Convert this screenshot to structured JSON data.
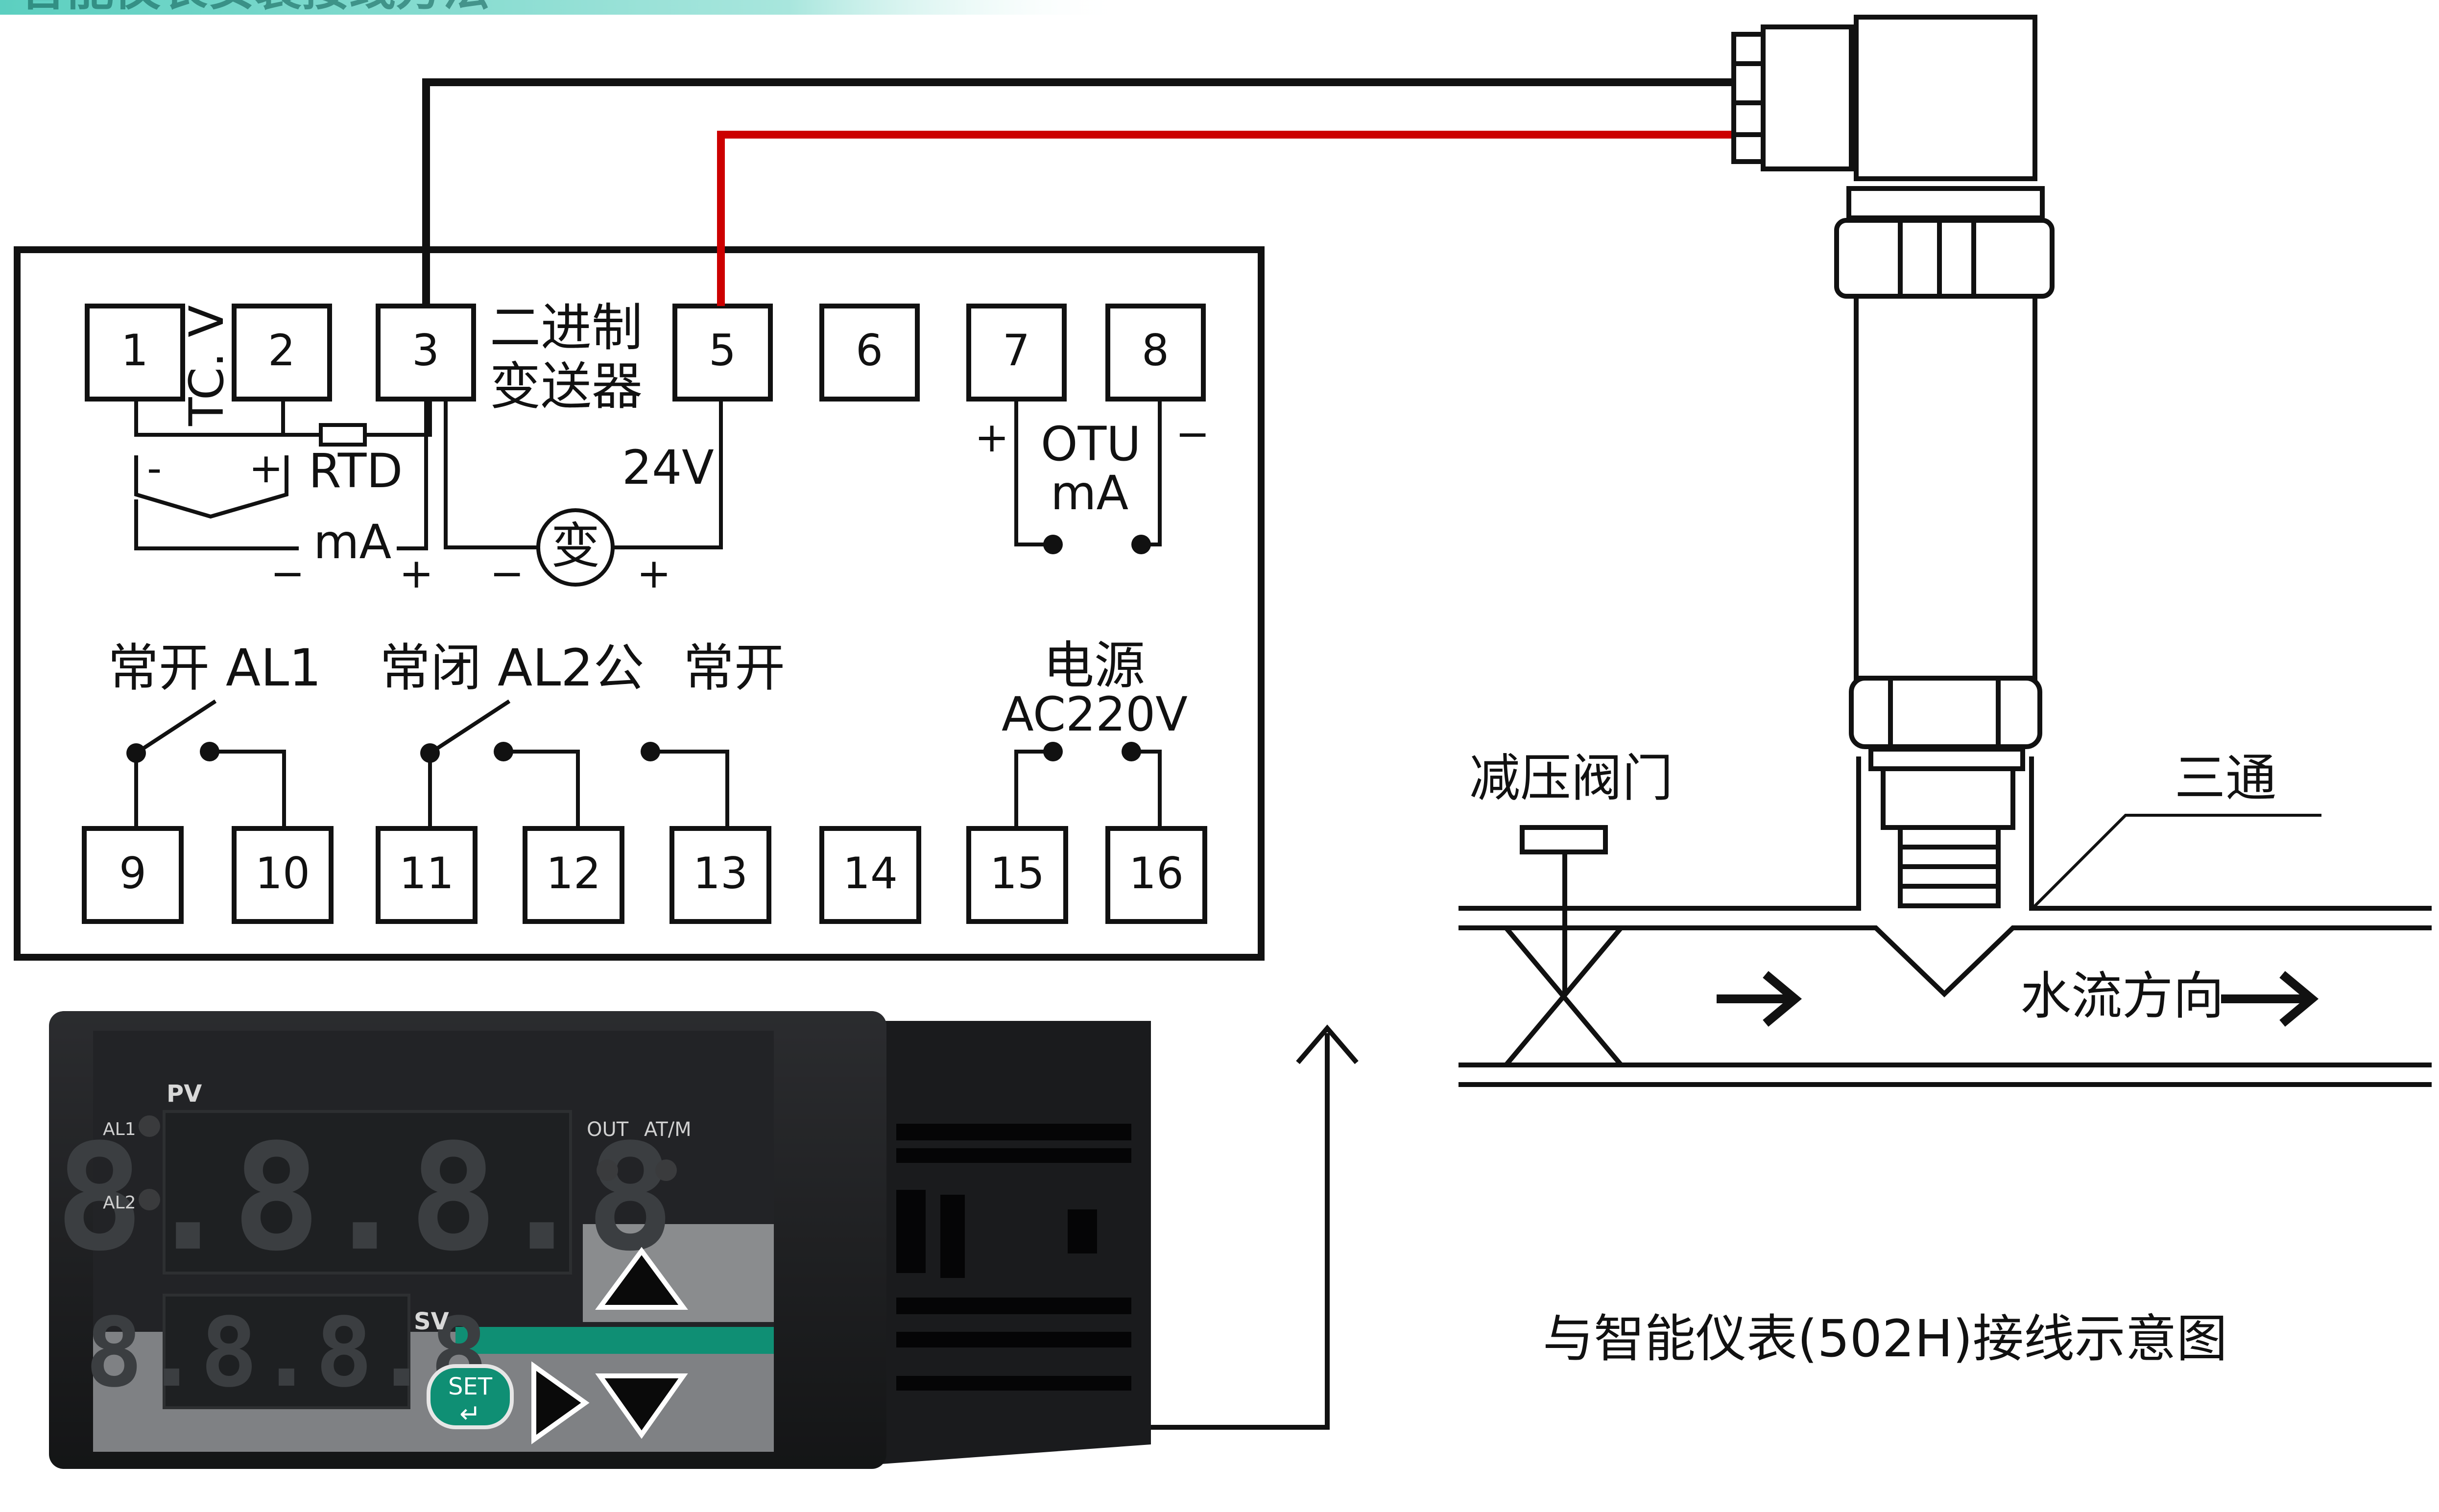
{
  "header": {
    "title_fragment": "智能仪表安装接线方法"
  },
  "terminals": [
    {
      "id": 1,
      "label": "1"
    },
    {
      "id": 2,
      "label": "2"
    },
    {
      "id": 3,
      "label": "3"
    },
    {
      "id": 5,
      "label": "5"
    },
    {
      "id": 6,
      "label": "6"
    },
    {
      "id": 7,
      "label": "7"
    },
    {
      "id": 8,
      "label": "8"
    },
    {
      "id": 9,
      "label": "9"
    },
    {
      "id": 10,
      "label": "10"
    },
    {
      "id": 11,
      "label": "11"
    },
    {
      "id": 12,
      "label": "12"
    },
    {
      "id": 13,
      "label": "13"
    },
    {
      "id": 14,
      "label": "14"
    },
    {
      "id": 15,
      "label": "15"
    },
    {
      "id": 16,
      "label": "16"
    }
  ],
  "labels": {
    "tc_v": "TC. V",
    "rtd": "RTD",
    "ma": "mA",
    "transmitter_line1": "二进制",
    "transmitter_line2": "变送器",
    "v24": "24V",
    "transmitter_symbol": "变",
    "otu": "OTU",
    "otu_ma": "mA",
    "al1": "常开 AL1",
    "al2": "常闭  AL2公",
    "no2": "常开",
    "power": "电源",
    "ac220": "AC220V",
    "plus": "+",
    "minus": "−",
    "minus_narrow": "-"
  },
  "pipe": {
    "valve_label": "减压阀门",
    "tee_label": "三通",
    "flow_label": "水流方向"
  },
  "caption": "与智能仪表(502H)接线示意图",
  "instrument": {
    "pv_label": "PV",
    "sv_label": "SV",
    "al1_led": "AL1",
    "al2_led": "AL2",
    "out_led": "OUT",
    "atm_led": "AT/M",
    "pv_display": "8.8.8.8",
    "sv_display": "8.8.8.8",
    "set_button": "SET",
    "enter_glyph": "↵"
  },
  "colors": {
    "wire_black": "#111111",
    "wire_red": "#cc0000",
    "header_teal": "#7fd6c9",
    "panel_dark": "#1c1d1f",
    "panel_grey": "#8a8c8e",
    "led_red_off": "#2a2c2f",
    "bar_teal": "#0f8f74"
  }
}
